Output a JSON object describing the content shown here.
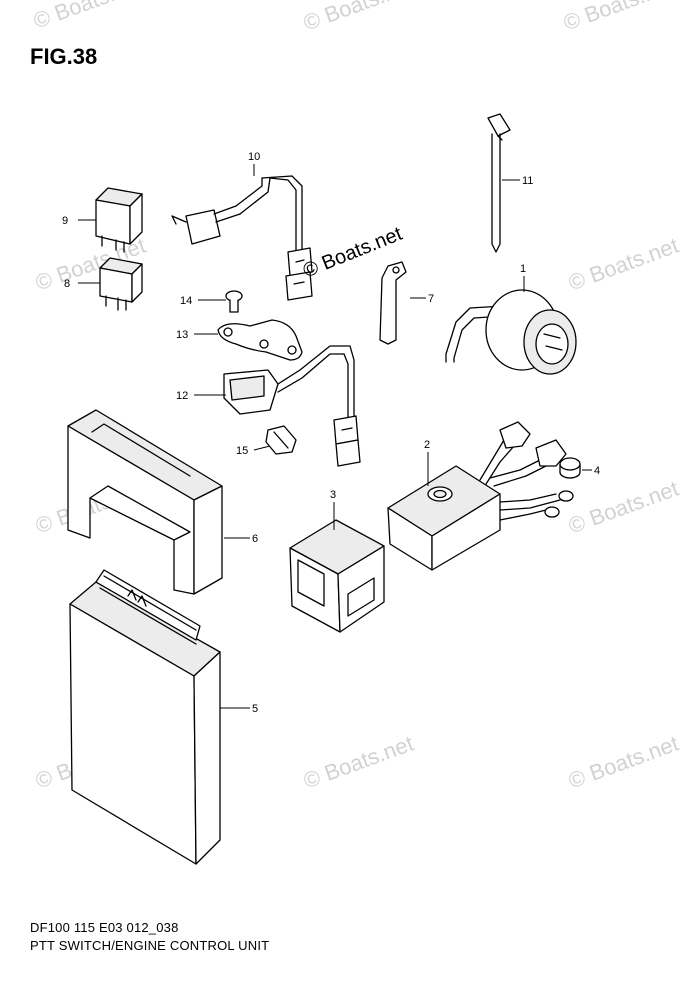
{
  "figure": {
    "title": "FIG.38"
  },
  "footer": {
    "code": "DF100 115 E03 012_038",
    "caption": "PTT SWITCH/ENGINE CONTROL UNIT"
  },
  "watermark": {
    "text": "© Boats.net"
  },
  "callouts": [
    {
      "id": "1",
      "label": "1"
    },
    {
      "id": "2",
      "label": "2"
    },
    {
      "id": "3",
      "label": "3"
    },
    {
      "id": "4",
      "label": "4"
    },
    {
      "id": "5",
      "label": "5"
    },
    {
      "id": "6",
      "label": "6"
    },
    {
      "id": "7",
      "label": "7"
    },
    {
      "id": "8",
      "label": "8"
    },
    {
      "id": "9",
      "label": "9"
    },
    {
      "id": "10",
      "label": "10"
    },
    {
      "id": "11",
      "label": "11"
    },
    {
      "id": "12",
      "label": "12"
    },
    {
      "id": "13",
      "label": "13"
    },
    {
      "id": "14",
      "label": "14"
    },
    {
      "id": "15",
      "label": "15"
    }
  ]
}
